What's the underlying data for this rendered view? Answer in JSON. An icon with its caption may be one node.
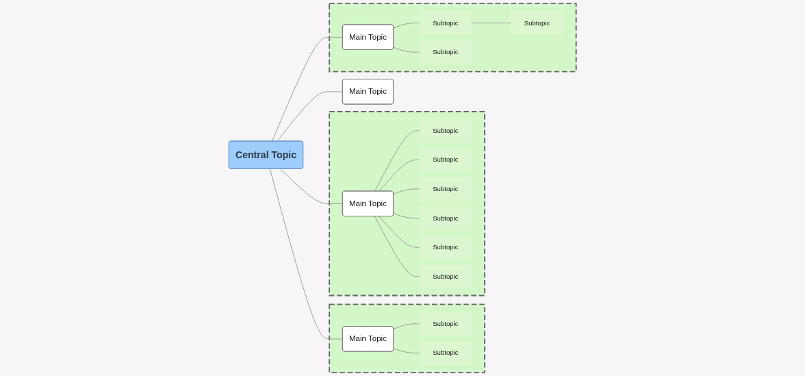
{
  "diagram": {
    "nodes": [
      {
        "text": [
          "Central Topic"
        ]
      },
      {
        "text": [],
        "shape": "cloud"
      },
      {
        "text": [
          "Main Topic"
        ],
        "in": 1
      },
      {
        "text": [
          "Subtopic"
        ],
        "in": 1
      },
      {
        "text": [
          "Subtopic"
        ],
        "in": 1
      },
      {
        "text": [],
        "shape": "cloud"
      },
      {
        "text": [
          "Main Topic"
        ],
        "in": 5
      },
      {
        "text": [
          "Subtopic"
        ],
        "in": 5
      },
      {
        "text": [
          "Subtopic"
        ],
        "in": 5
      },
      {
        "text": [
          "Subtopic"
        ],
        "in": 5
      },
      {
        "text": [
          "Subtopic"
        ],
        "in": 5
      },
      {
        "text": [
          "Subtopic"
        ],
        "in": 5
      },
      {
        "text": [
          "Subtopic"
        ],
        "in": 5
      },
      {
        "text": [],
        "shape": "cloud"
      },
      {
        "text": [
          "Main Topic"
        ],
        "in": 13
      },
      {
        "text": [
          "Subtopic"
        ],
        "in": 13
      },
      {
        "text": [
          "Subtopic"
        ],
        "in": 13
      },
      {
        "text": [
          "Subtopic"
        ],
        "in": 13
      },
      {
        "text": [
          "Main Topic"
        ]
      }
    ],
    "edges": [
      {
        "from": 0,
        "to": 2,
        "arrow": "none"
      },
      {
        "from": 0,
        "to": 6,
        "arrow": "none"
      },
      {
        "from": 0,
        "to": 14,
        "arrow": "none"
      },
      {
        "from": 0,
        "to": 18,
        "arrow": "none"
      },
      {
        "from": 2,
        "to": 3,
        "arrow": "none"
      },
      {
        "from": 2,
        "to": 4,
        "arrow": "none"
      },
      {
        "from": 6,
        "to": 7,
        "arrow": "none"
      },
      {
        "from": 6,
        "to": 8,
        "arrow": "none"
      },
      {
        "from": 6,
        "to": 9,
        "arrow": "none"
      },
      {
        "from": 6,
        "to": 10,
        "arrow": "none"
      },
      {
        "from": 6,
        "to": 11,
        "arrow": "none"
      },
      {
        "from": 6,
        "to": 12,
        "arrow": "none"
      },
      {
        "from": 14,
        "to": 15,
        "arrow": "none"
      },
      {
        "from": 15,
        "to": 16,
        "arrow": "none"
      },
      {
        "from": 14,
        "to": 17,
        "arrow": "none"
      }
    ]
  }
}
